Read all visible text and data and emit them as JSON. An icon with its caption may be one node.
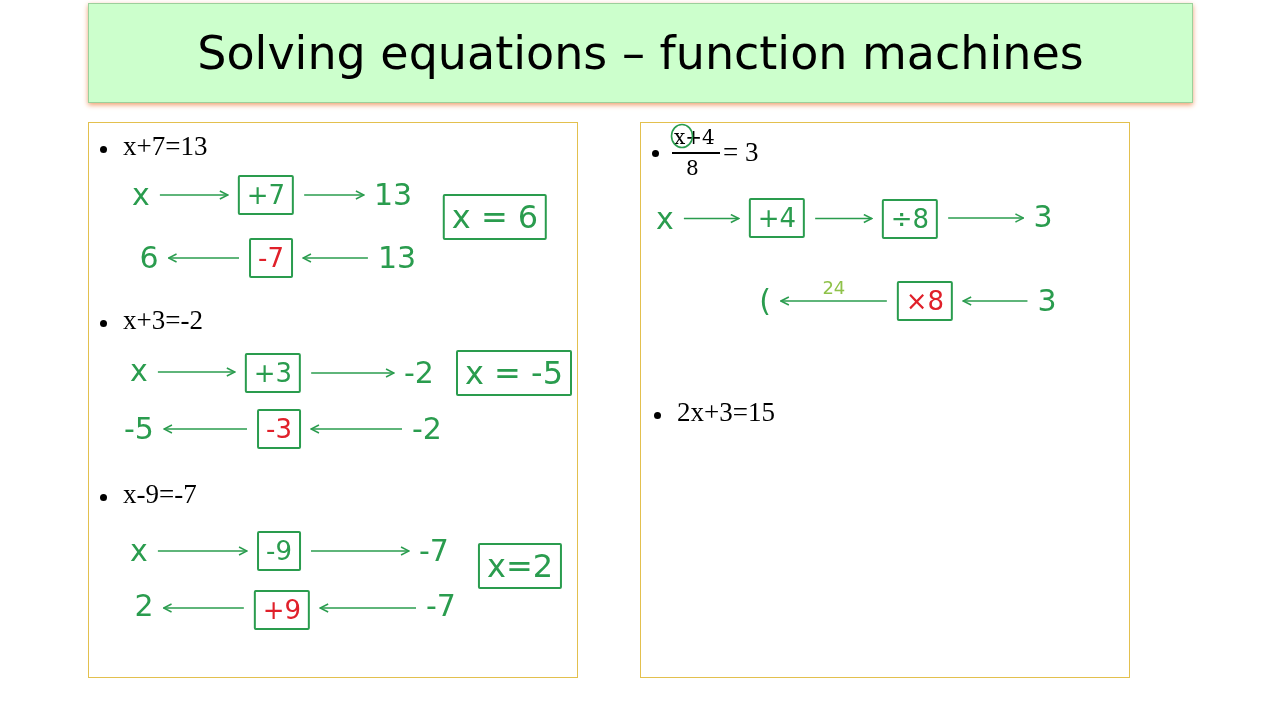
{
  "diagram": {
    "title": "Solving equations – function machines",
    "nodes": [
      {
        "text": [],
        "shape": "box"
      },
      {
        "text": [],
        "shape": "box"
      },
      {
        "text": [
          "x"
        ],
        "in": 0
      },
      {
        "text": [
          "+7"
        ],
        "in": 0
      },
      {
        "text": [
          "13"
        ],
        "in": 0
      },
      {
        "text": [
          "x = 6"
        ],
        "in": 0
      },
      {
        "text": [
          "6"
        ],
        "in": 0
      },
      {
        "text": [
          "-7"
        ],
        "in": 0
      },
      {
        "text": [
          "13"
        ],
        "in": 0
      },
      {
        "text": [
          "x"
        ],
        "in": 0
      },
      {
        "text": [
          "+3"
        ],
        "in": 0
      },
      {
        "text": [
          "-2"
        ],
        "in": 0
      },
      {
        "text": [
          "x = -5"
        ],
        "in": 0
      },
      {
        "text": [
          "-5"
        ],
        "in": 0
      },
      {
        "text": [
          "-3"
        ],
        "in": 0
      },
      {
        "text": [
          "-2"
        ],
        "in": 0
      },
      {
        "text": [
          "x"
        ],
        "in": 0
      },
      {
        "text": [
          "-9"
        ],
        "in": 0
      },
      {
        "text": [
          "-7"
        ],
        "in": 0
      },
      {
        "text": [
          "x=2"
        ],
        "in": 0
      },
      {
        "text": [
          "2"
        ],
        "in": 0
      },
      {
        "text": [
          "+9"
        ],
        "in": 0
      },
      {
        "text": [
          "-7"
        ],
        "in": 0
      },
      {
        "text": [
          "x"
        ],
        "in": 1
      },
      {
        "text": [
          "+4"
        ],
        "in": 1
      },
      {
        "text": [
          "÷8"
        ],
        "in": 1
      },
      {
        "text": [
          "3"
        ],
        "in": 1
      },
      {
        "text": [
          "("
        ],
        "in": 1
      },
      {
        "text": [
          "×8"
        ],
        "in": 1
      },
      {
        "text": [
          "3"
        ],
        "in": 1
      }
    ],
    "edges": [
      {
        "from": 2,
        "to": 3,
        "arrow": "to"
      },
      {
        "from": 3,
        "to": 4,
        "arrow": "to"
      },
      {
        "from": 8,
        "to": 7,
        "arrow": "to"
      },
      {
        "from": 7,
        "to": 6,
        "arrow": "to"
      },
      {
        "from": 9,
        "to": 10,
        "arrow": "to"
      },
      {
        "from": 10,
        "to": 11,
        "arrow": "to"
      },
      {
        "from": 15,
        "to": 14,
        "arrow": "to"
      },
      {
        "from": 14,
        "to": 13,
        "arrow": "to"
      },
      {
        "from": 16,
        "to": 17,
        "arrow": "to"
      },
      {
        "from": 17,
        "to": 18,
        "arrow": "to"
      },
      {
        "from": 22,
        "to": 21,
        "arrow": "to"
      },
      {
        "from": 21,
        "to": 20,
        "arrow": "to"
      },
      {
        "from": 23,
        "to": 24,
        "arrow": "to"
      },
      {
        "from": 24,
        "to": 25,
        "arrow": "to"
      },
      {
        "from": 25,
        "to": 26,
        "arrow": "to"
      },
      {
        "from": 29,
        "to": 28,
        "arrow": "to"
      },
      {
        "from": 28,
        "to": 27,
        "arrow": "to",
        "label": "24"
      }
    ],
    "labels": [
      "x+7=13",
      "x+3=-2",
      "x-9=-7",
      "x+4",
      "8",
      "= 3",
      "2x+3=15"
    ]
  }
}
